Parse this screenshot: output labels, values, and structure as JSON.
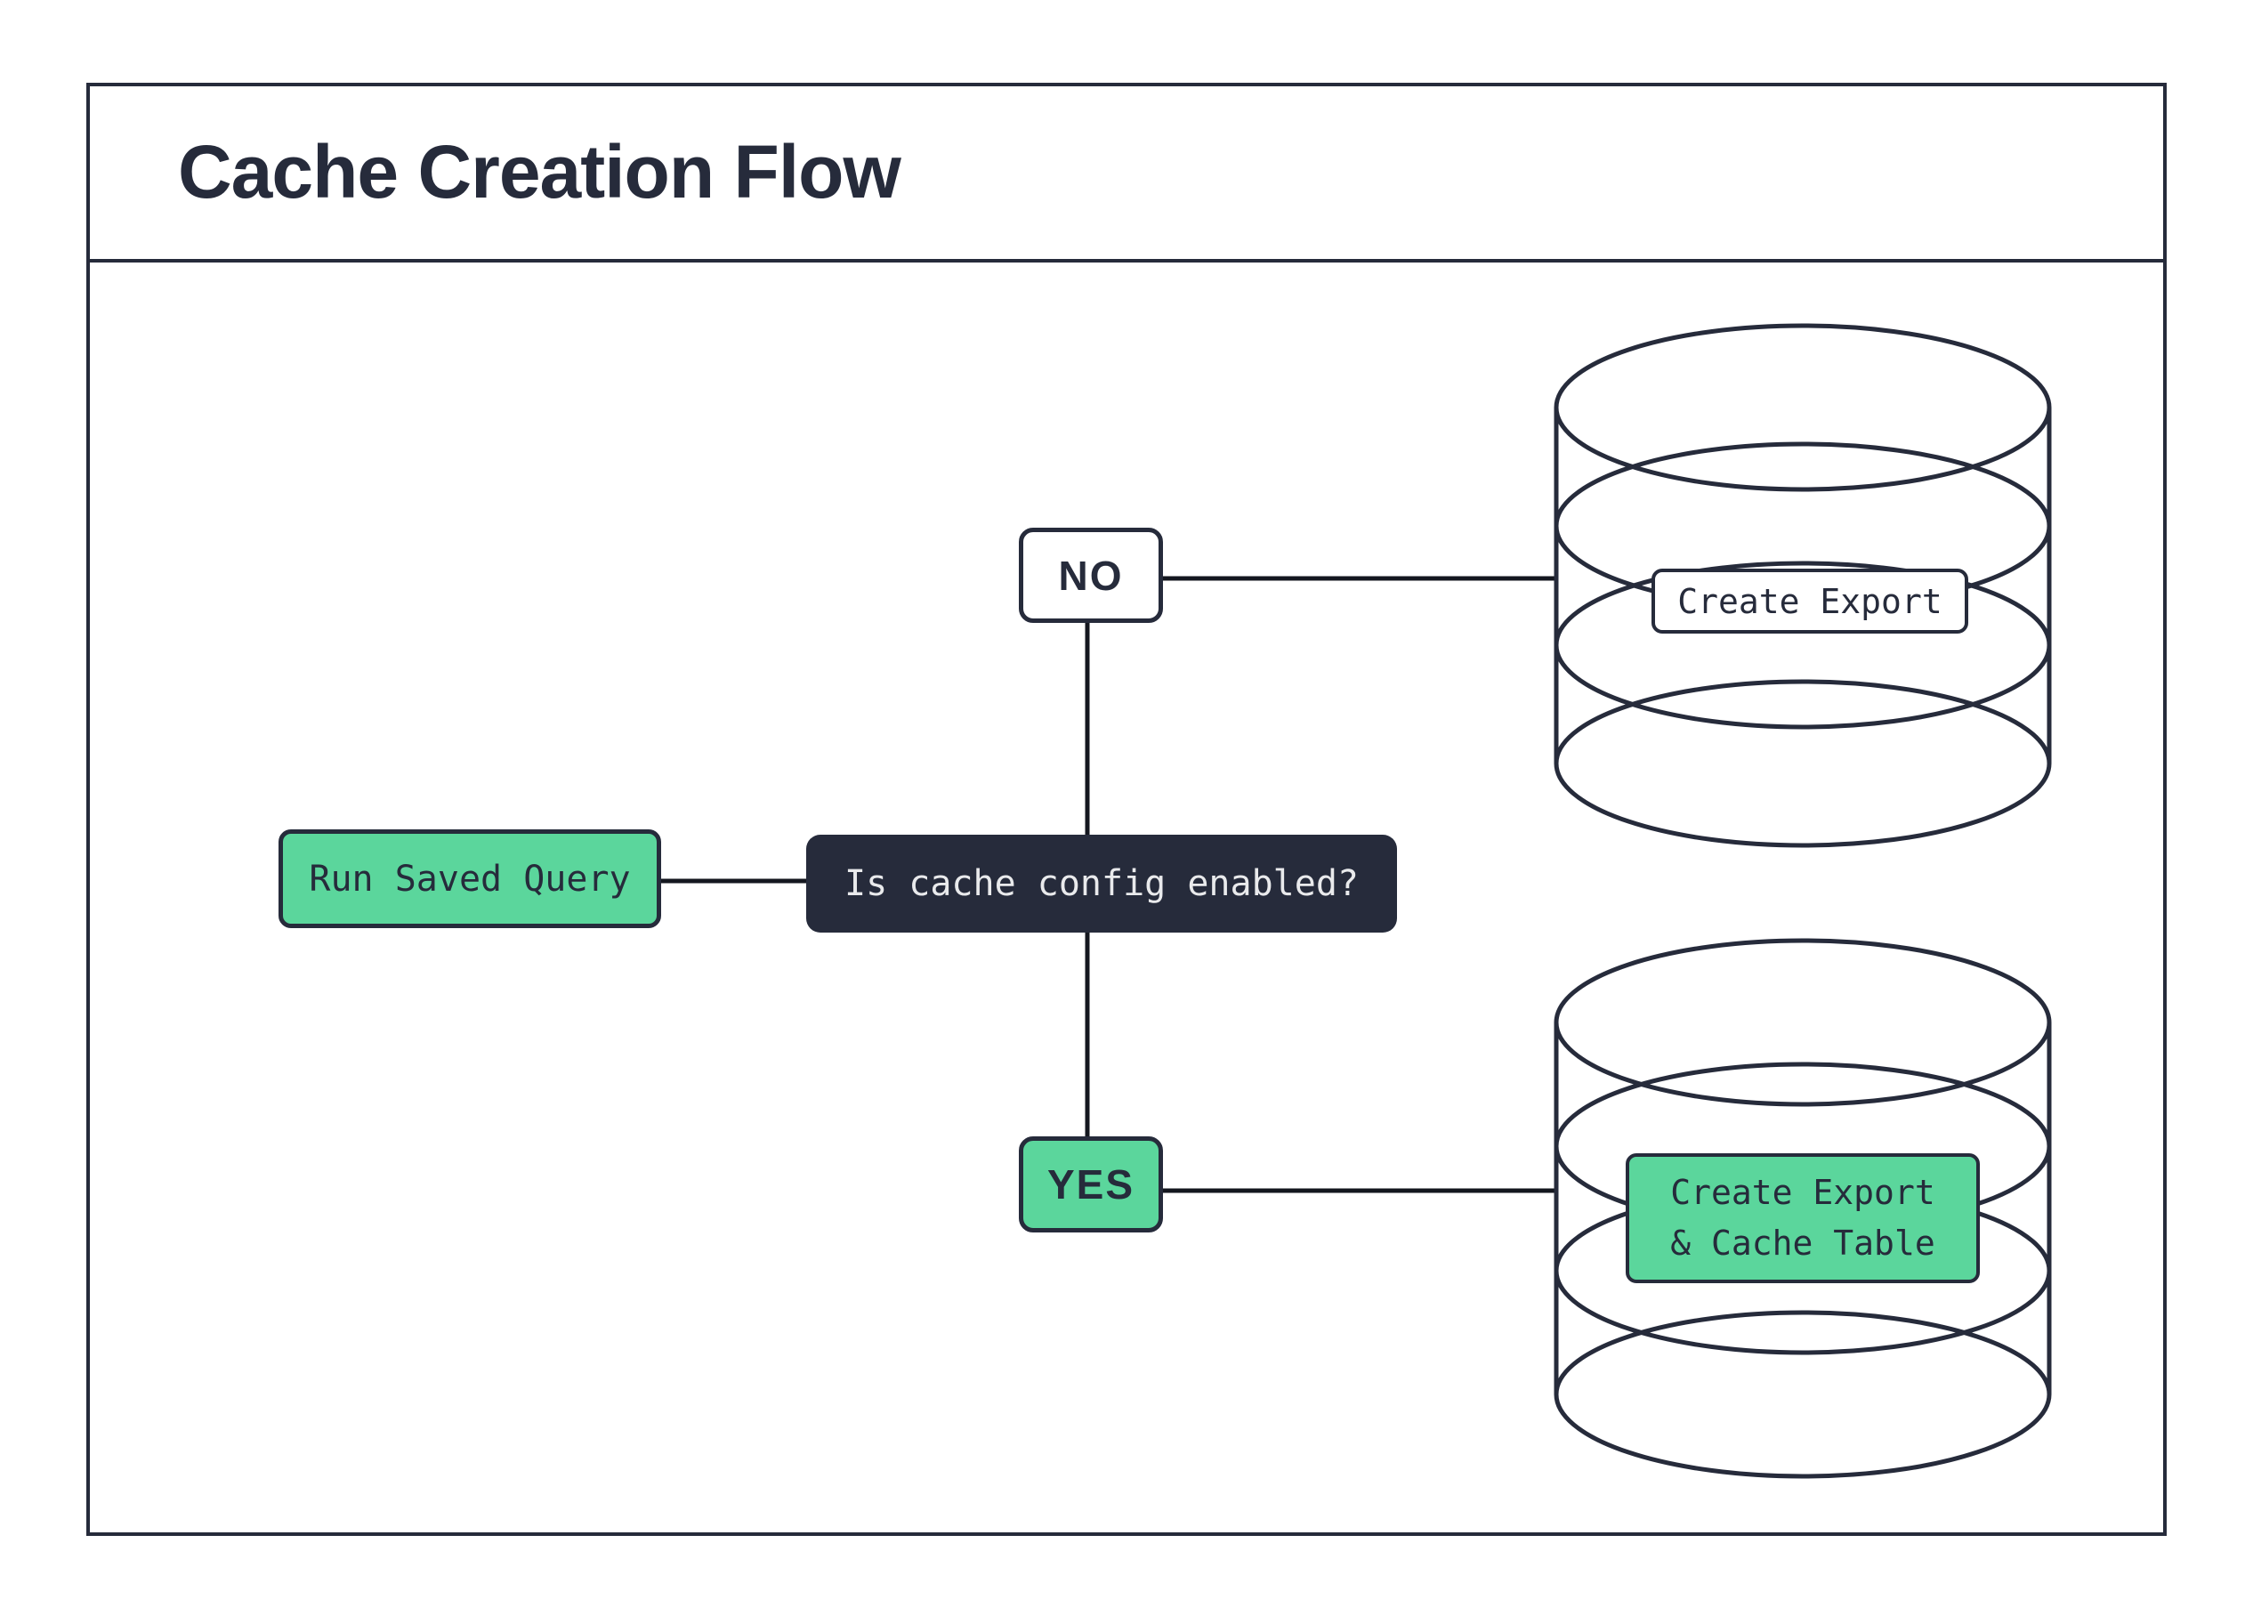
{
  "title": "Cache Creation Flow",
  "colors": {
    "navy": "#262B3B",
    "green": "#5BD69C",
    "connector": "#14171F",
    "light_text": "#E9EAEC",
    "background": "#FFFFFF"
  },
  "nodes": {
    "start": {
      "label": "Run Saved Query"
    },
    "decision": {
      "label": "Is cache config enabled?"
    },
    "branch_no": {
      "label": "NO"
    },
    "branch_yes": {
      "label": "YES"
    },
    "db_no_label": {
      "label": "Create Export"
    },
    "db_yes_label": {
      "line1": "Create Export",
      "line2": "& Cache Table"
    }
  }
}
